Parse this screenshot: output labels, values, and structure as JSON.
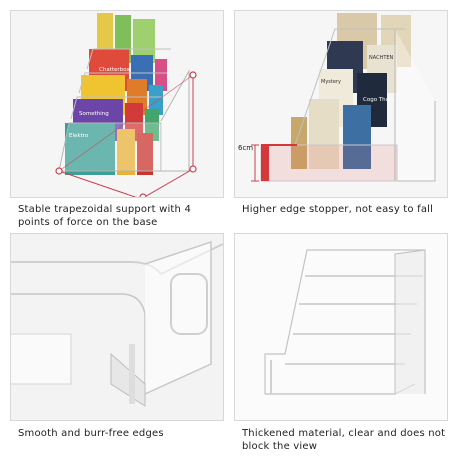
{
  "panels": [
    {
      "caption": "Stable trapezoidal support with 4 points of force on the base",
      "books": [
        "Chatterbox",
        "Something",
        "Elektro"
      ]
    },
    {
      "caption": "Higher edge stopper, not easy to fall",
      "measure_label": "6cm",
      "books": [
        "Cogo Thurs",
        "NACHTEN",
        "Mystery"
      ]
    },
    {
      "caption": "Smooth and burr-free edges"
    },
    {
      "caption": "Thickened material, clear and does not block the view"
    }
  ]
}
